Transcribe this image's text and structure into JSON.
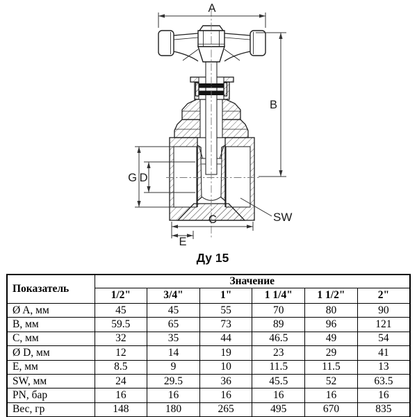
{
  "drawing": {
    "caption": "Ду 15",
    "labels": {
      "a": "A",
      "b": "B",
      "c": "C",
      "d": "D",
      "e": "E",
      "g": "G",
      "sw": "SW"
    }
  },
  "table": {
    "indicator_header": "Показатель",
    "value_header": "Значение",
    "sizes": [
      "1/2\"",
      "3/4\"",
      "1\"",
      "1 1/4\"",
      "1 1/2\"",
      "2\""
    ],
    "rows": [
      {
        "label": "Ø A, мм",
        "values": [
          "45",
          "45",
          "55",
          "70",
          "80",
          "90"
        ]
      },
      {
        "label": "B, мм",
        "values": [
          "59.5",
          "65",
          "73",
          "89",
          "96",
          "121"
        ]
      },
      {
        "label": "C, мм",
        "values": [
          "32",
          "35",
          "44",
          "46.5",
          "49",
          "54"
        ]
      },
      {
        "label": "Ø D, мм",
        "values": [
          "12",
          "14",
          "19",
          "23",
          "29",
          "41"
        ]
      },
      {
        "label": "E, мм",
        "values": [
          "8.5",
          "9",
          "10",
          "11.5",
          "11.5",
          "13"
        ]
      },
      {
        "label": "SW, мм",
        "values": [
          "24",
          "29.5",
          "36",
          "45.5",
          "52",
          "63.5"
        ]
      },
      {
        "label": "PN, бар",
        "values": [
          "16",
          "16",
          "16",
          "16",
          "16",
          "16"
        ]
      },
      {
        "label": "Вес, гр",
        "values": [
          "148",
          "180",
          "265",
          "495",
          "670",
          "835"
        ]
      }
    ]
  },
  "colors": {
    "ink": "#1f1f1f",
    "dimension": "#333333",
    "table_border": "#000000",
    "background": "#ffffff"
  }
}
